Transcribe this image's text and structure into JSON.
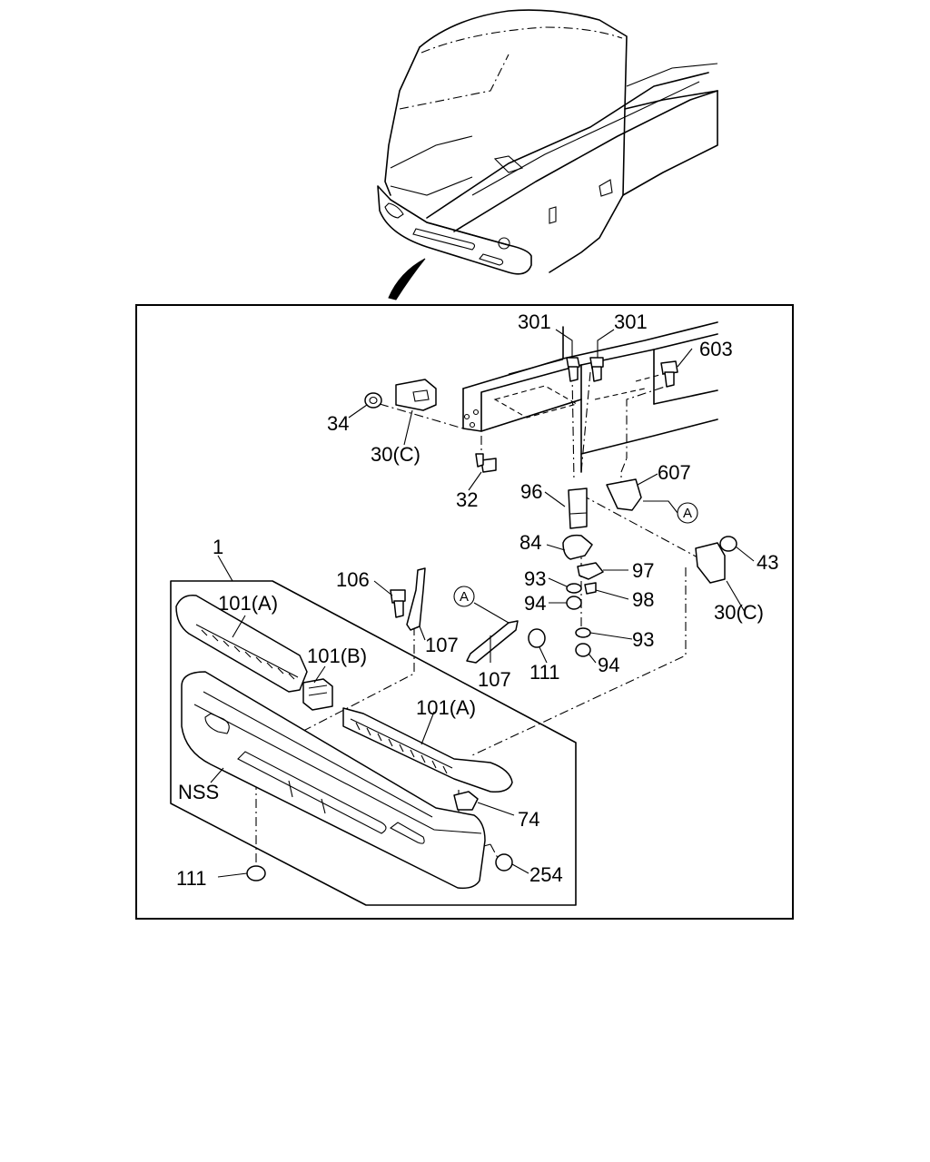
{
  "labels": {
    "l301a": "301",
    "l301b": "301",
    "l603": "603",
    "l34": "34",
    "l30c_left": "30(C)",
    "l32": "32",
    "l96": "96",
    "l607": "607",
    "lA_right": "A",
    "l84": "84",
    "l43": "43",
    "l1": "1",
    "l106": "106",
    "l93a": "93",
    "l97": "97",
    "lA_left": "A",
    "l94a": "94",
    "l98": "98",
    "l30c_right": "30(C)",
    "l101a_left": "101(A)",
    "l107a": "107",
    "l93b": "93",
    "l111a": "111",
    "l107b": "107",
    "l94b": "94",
    "l101b": "101(B)",
    "l101a_right": "101(A)",
    "lnss": "NSS",
    "l74": "74",
    "l111b": "111",
    "l254": "254"
  }
}
